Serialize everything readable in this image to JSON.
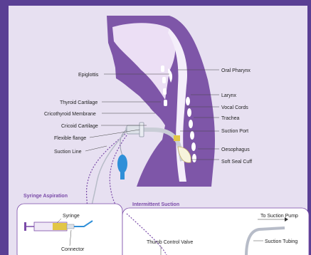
{
  "labels_left": [
    {
      "key": "epiglottis",
      "text": "Epiglottis"
    },
    {
      "key": "thyroid",
      "text": "Thyroid Cartilage"
    },
    {
      "key": "cricothyroid",
      "text": "Cricothyroid Membrane"
    },
    {
      "key": "cricoid",
      "text": "Cricoid Cartilage"
    },
    {
      "key": "flange",
      "text": "Flexible flange"
    },
    {
      "key": "suction_line",
      "text": "Suction Line"
    }
  ],
  "labels_right": [
    {
      "key": "oral_pharynx",
      "text": "Oral Pharynx"
    },
    {
      "key": "larynx",
      "text": "Larynx"
    },
    {
      "key": "vocal_cords",
      "text": "Vocal Cords"
    },
    {
      "key": "trachea",
      "text": "Trachea"
    },
    {
      "key": "suction_port",
      "text": "Suction Port"
    },
    {
      "key": "oesophagus",
      "text": "Oesophagus"
    },
    {
      "key": "soft_seal_cuff",
      "text": "Soft Seal Cuff"
    }
  ],
  "syringe_panel": {
    "title": "Syringe Aspiration",
    "syringe": "Syringe",
    "connector": "Connector"
  },
  "suction_panel": {
    "title": "Intermittent Suction",
    "to_pump": "To Suction Pump",
    "tubing": "Suction Tubing",
    "thumb_valve": "Thumb Control Valve"
  },
  "colors": {
    "frame": "#5a3f94",
    "panel": "#e7e0f1",
    "anatomy": "#7e56a8",
    "tube": "#c9cdd6",
    "pilot": "#2f8fd8",
    "port": "#e2c645",
    "leader": "#444444"
  }
}
